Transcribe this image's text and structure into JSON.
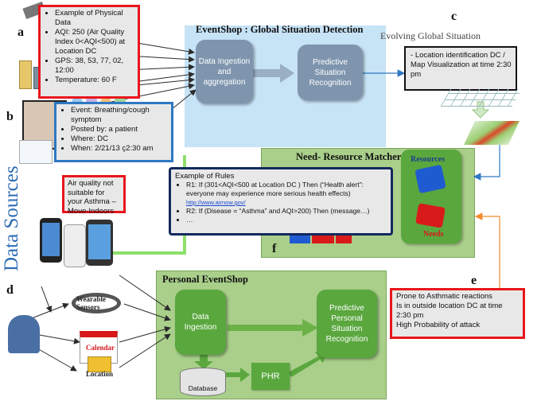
{
  "side_label": "Data Sources",
  "letters": {
    "a": "a",
    "b": "b",
    "c": "c",
    "d": "d",
    "e": "e",
    "f": "f"
  },
  "eventshop": {
    "title": "EventShop : Global Situation Detection",
    "ingestion": "Data Ingestion and aggregation",
    "recognition": "Predictive Situation Recognition"
  },
  "evolving_label": "Evolving Global Situation",
  "physical_data": {
    "items": [
      "Example of Physical Data",
      "AQI: 250 (Air Quality Index 0<AQI<500) at Location DC",
      "GPS: 38, 53, 77, 02, 12:00",
      "Temperature: 60 F"
    ]
  },
  "event_box": {
    "items": [
      "Event: Breathing/cough symptom",
      "Posted by: a patient",
      "Where: DC",
      "When: 2/21/13 ç2:30 am"
    ]
  },
  "location_box": {
    "text": "Location identification DC / Map Visualization at time 2:30 pm"
  },
  "alert_box": {
    "text": "Air quality not suitable for your Asthma – Move-Indoors"
  },
  "rules_box": {
    "heading": "Example of Rules",
    "r1": "R1: If (301<AQI<500 at Location DC ) Then (“Health alert”: everyone may experience more serious health effects)",
    "link": "http://www.airnow.gov/",
    "r2": "R2: If (Disease = “Asthma” and AQI>200) Then (message…)",
    "r3": "…"
  },
  "matcher": {
    "title": "Need- Resource Matcher",
    "resources": "Resources",
    "needs": "Needs"
  },
  "personal": {
    "title": "Personal EventShop",
    "ingestion": "Data Ingestion",
    "recognition": "Predictive Personal Situation Recognition",
    "database": "Database",
    "phr": "PHR"
  },
  "sources": {
    "wearable": "Wearable Sensors",
    "calendar": "Calendar",
    "location": "Location"
  },
  "prone_box": {
    "lines": [
      "Prone to Asthmatic reactions",
      "Is in outside location DC at time 2:30 pm",
      "High Probability of attack"
    ]
  },
  "colors": {
    "red": "#e8161c",
    "blue": "#2e78c4",
    "navy": "#12295e",
    "green_node": "#5aa73e",
    "gray_node": "#7f95ae",
    "panel_blue": "#c7e3f6",
    "panel_green": "#a9cf8a"
  }
}
